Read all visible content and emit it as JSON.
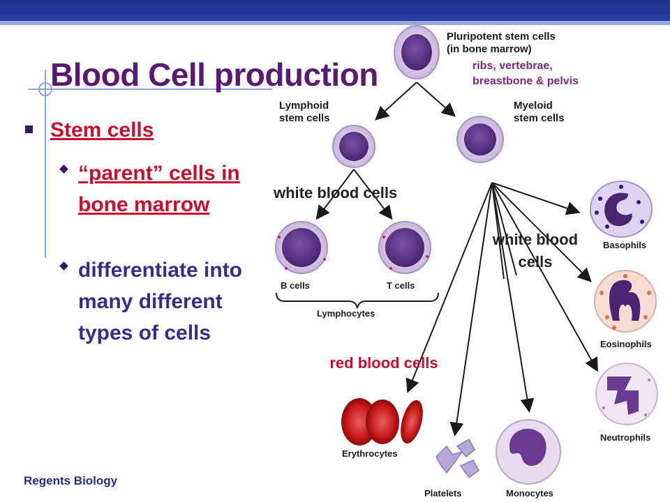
{
  "slide": {
    "title": "Blood Cell production",
    "footer": "Regents Biology"
  },
  "bullets": {
    "main": "Stem cells",
    "sub1": "“parent” cells in bone marrow",
    "sub2": "differentiate into many different types of cells"
  },
  "diagram": {
    "pluripotent_line1": "Pluripotent stem cells",
    "pluripotent_line2": "(in bone marrow)",
    "bone_note_line1": "ribs, vertebrae,",
    "bone_note_line2": "breastbone & pelvis",
    "lymphoid_line1": "Lymphoid",
    "lymphoid_line2": "stem cells",
    "myeloid_line1": "Myeloid",
    "myeloid_line2": "stem cells",
    "wbc_left": "white blood cells",
    "wbc_right": "white blood cells",
    "rbc": "red blood cells",
    "b_cells": "B cells",
    "t_cells": "T cells",
    "lymphocytes": "Lymphocytes",
    "basophils": "Basophils",
    "eosinophils": "Eosinophils",
    "neutrophils": "Neutrophils",
    "erythrocytes": "Erythrocytes",
    "platelets": "Platelets",
    "monocytes": "Monocytes"
  },
  "colors": {
    "title": "#5b1a72",
    "emphasis_red": "#c8102e",
    "bar_blue": "#1c2f8a",
    "cell_nucleus": "#5a2d82",
    "cell_membrane": "#c9b6dc"
  }
}
